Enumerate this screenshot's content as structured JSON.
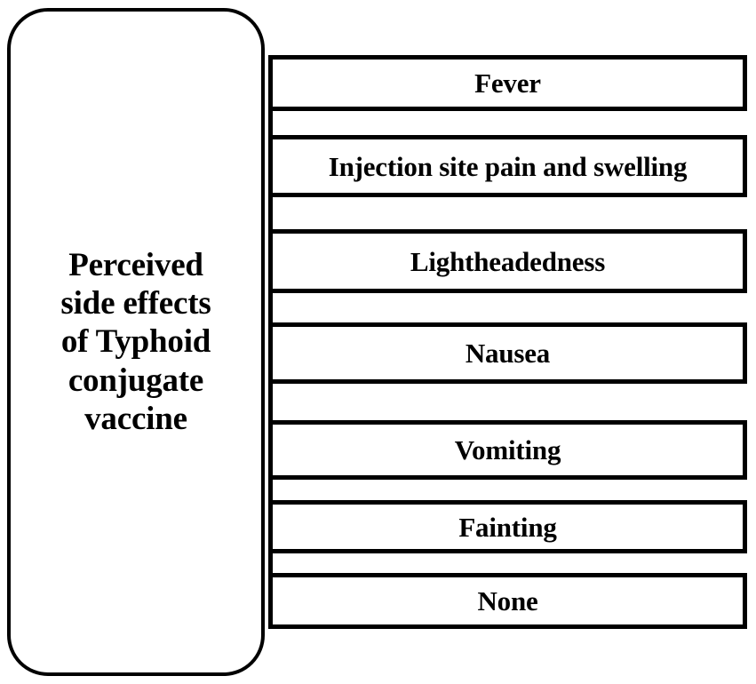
{
  "diagram": {
    "type": "hierarchy-bracket",
    "title": "Perceived side effects of Typhoid conjugate vaccine",
    "colors": {
      "stroke": "#000000",
      "fill": "#ffffff",
      "text": "#000000"
    },
    "parent": {
      "label": "Perceived\nside effects\nof Typhoid\nconjugate\nvaccine",
      "shape": "rounded-rectangle"
    },
    "children": [
      {
        "label": "Fever"
      },
      {
        "label": "Injection site pain and swelling"
      },
      {
        "label": "Lightheadedness"
      },
      {
        "label": "Nausea"
      },
      {
        "label": "Vomiting"
      },
      {
        "label": "Fainting"
      },
      {
        "label": "None"
      }
    ]
  }
}
